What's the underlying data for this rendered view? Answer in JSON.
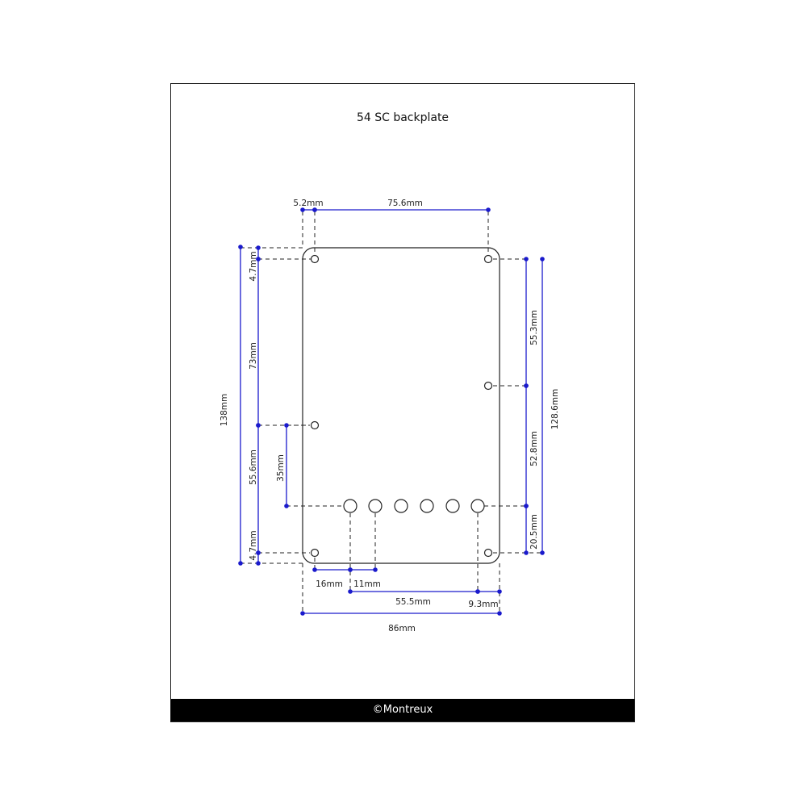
{
  "title": "54 SC backplate",
  "footer": "©Montreux",
  "colors": {
    "dimension": "#1a1acc",
    "outline": "#222222",
    "leader": "#222222",
    "footer_bg": "#000000"
  },
  "dimensions": {
    "top_offset": "5.2mm",
    "top_hole_spacing": "75.6mm",
    "overall_height": "138mm",
    "top_edge_to_hole": "4.7mm",
    "left_upper_hole_spacing": "73mm",
    "left_lower_hole_spacing": "55.6mm",
    "bottom_edge_to_hole": "4.7mm",
    "mid_hole_to_row": "35mm",
    "right_upper_spacing": "55.3mm",
    "right_mid_spacing": "52.8mm",
    "right_lower_spacing": "20.5mm",
    "right_total_spacing": "128.6mm",
    "first_row_hole_offset": "16mm",
    "row_hole_pitch": "11mm",
    "row_span": "55.5mm",
    "row_end_offset": "9.3mm",
    "overall_width": "86mm"
  }
}
